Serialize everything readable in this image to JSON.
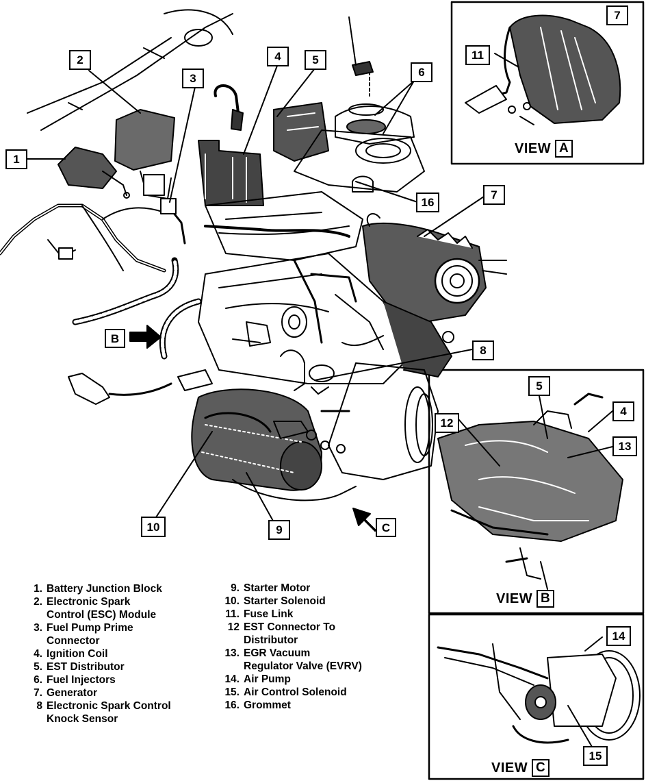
{
  "callouts": {
    "c1": "1",
    "c2": "2",
    "c3": "3",
    "c4": "4",
    "c5": "5",
    "c6": "6",
    "c7": "7",
    "c8": "8",
    "c9": "9",
    "c10": "10",
    "c16": "16",
    "va7": "7",
    "va11": "11",
    "vb5": "5",
    "vb4": "4",
    "vb12": "12",
    "vb13": "13",
    "vc14": "14",
    "vc15": "15"
  },
  "arrow_labels": {
    "b": "B",
    "c": "C"
  },
  "views": {
    "a": {
      "word": "VIEW",
      "letter": "A"
    },
    "b": {
      "word": "VIEW",
      "letter": "B"
    },
    "c": {
      "word": "VIEW",
      "letter": "C"
    }
  },
  "legend_left": [
    {
      "num": "1.",
      "text": "Battery Junction Block"
    },
    {
      "num": "2.",
      "text": "Electronic Spark"
    },
    {
      "num": "",
      "text": "Control (ESC) Module"
    },
    {
      "num": "3.",
      "text": "Fuel Pump Prime"
    },
    {
      "num": "",
      "text": "Connector"
    },
    {
      "num": "4.",
      "text": "Ignition Coil"
    },
    {
      "num": "5.",
      "text": "EST Distributor"
    },
    {
      "num": "6.",
      "text": "Fuel Injectors"
    },
    {
      "num": "7.",
      "text": "Generator"
    },
    {
      "num": "8",
      "text": "Electronic Spark Control"
    },
    {
      "num": "",
      "text": "Knock Sensor"
    }
  ],
  "legend_right": [
    {
      "num": "9.",
      "text": "Starter Motor"
    },
    {
      "num": "10.",
      "text": "Starter Solenoid"
    },
    {
      "num": "11.",
      "text": "Fuse Link"
    },
    {
      "num": "12",
      "text": "EST Connector To"
    },
    {
      "num": "",
      "text": "Distributor"
    },
    {
      "num": "13.",
      "text": "EGR Vacuum"
    },
    {
      "num": "",
      "text": "Regulator Valve (EVRV)"
    },
    {
      "num": "14.",
      "text": "Air Pump"
    },
    {
      "num": "15.",
      "text": "Air Control Solenoid"
    },
    {
      "num": "16.",
      "text": "Grommet"
    }
  ]
}
